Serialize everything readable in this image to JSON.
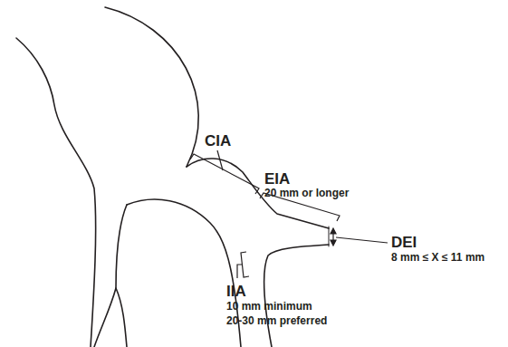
{
  "diagram": {
    "labels": [
      "CIA",
      "EIA",
      "20 mm or longer",
      "DEI",
      "8 mm ≤ X ≤ 11 mm",
      "IIA",
      "10 mm minimum",
      "20-30 mm preferred"
    ]
  }
}
